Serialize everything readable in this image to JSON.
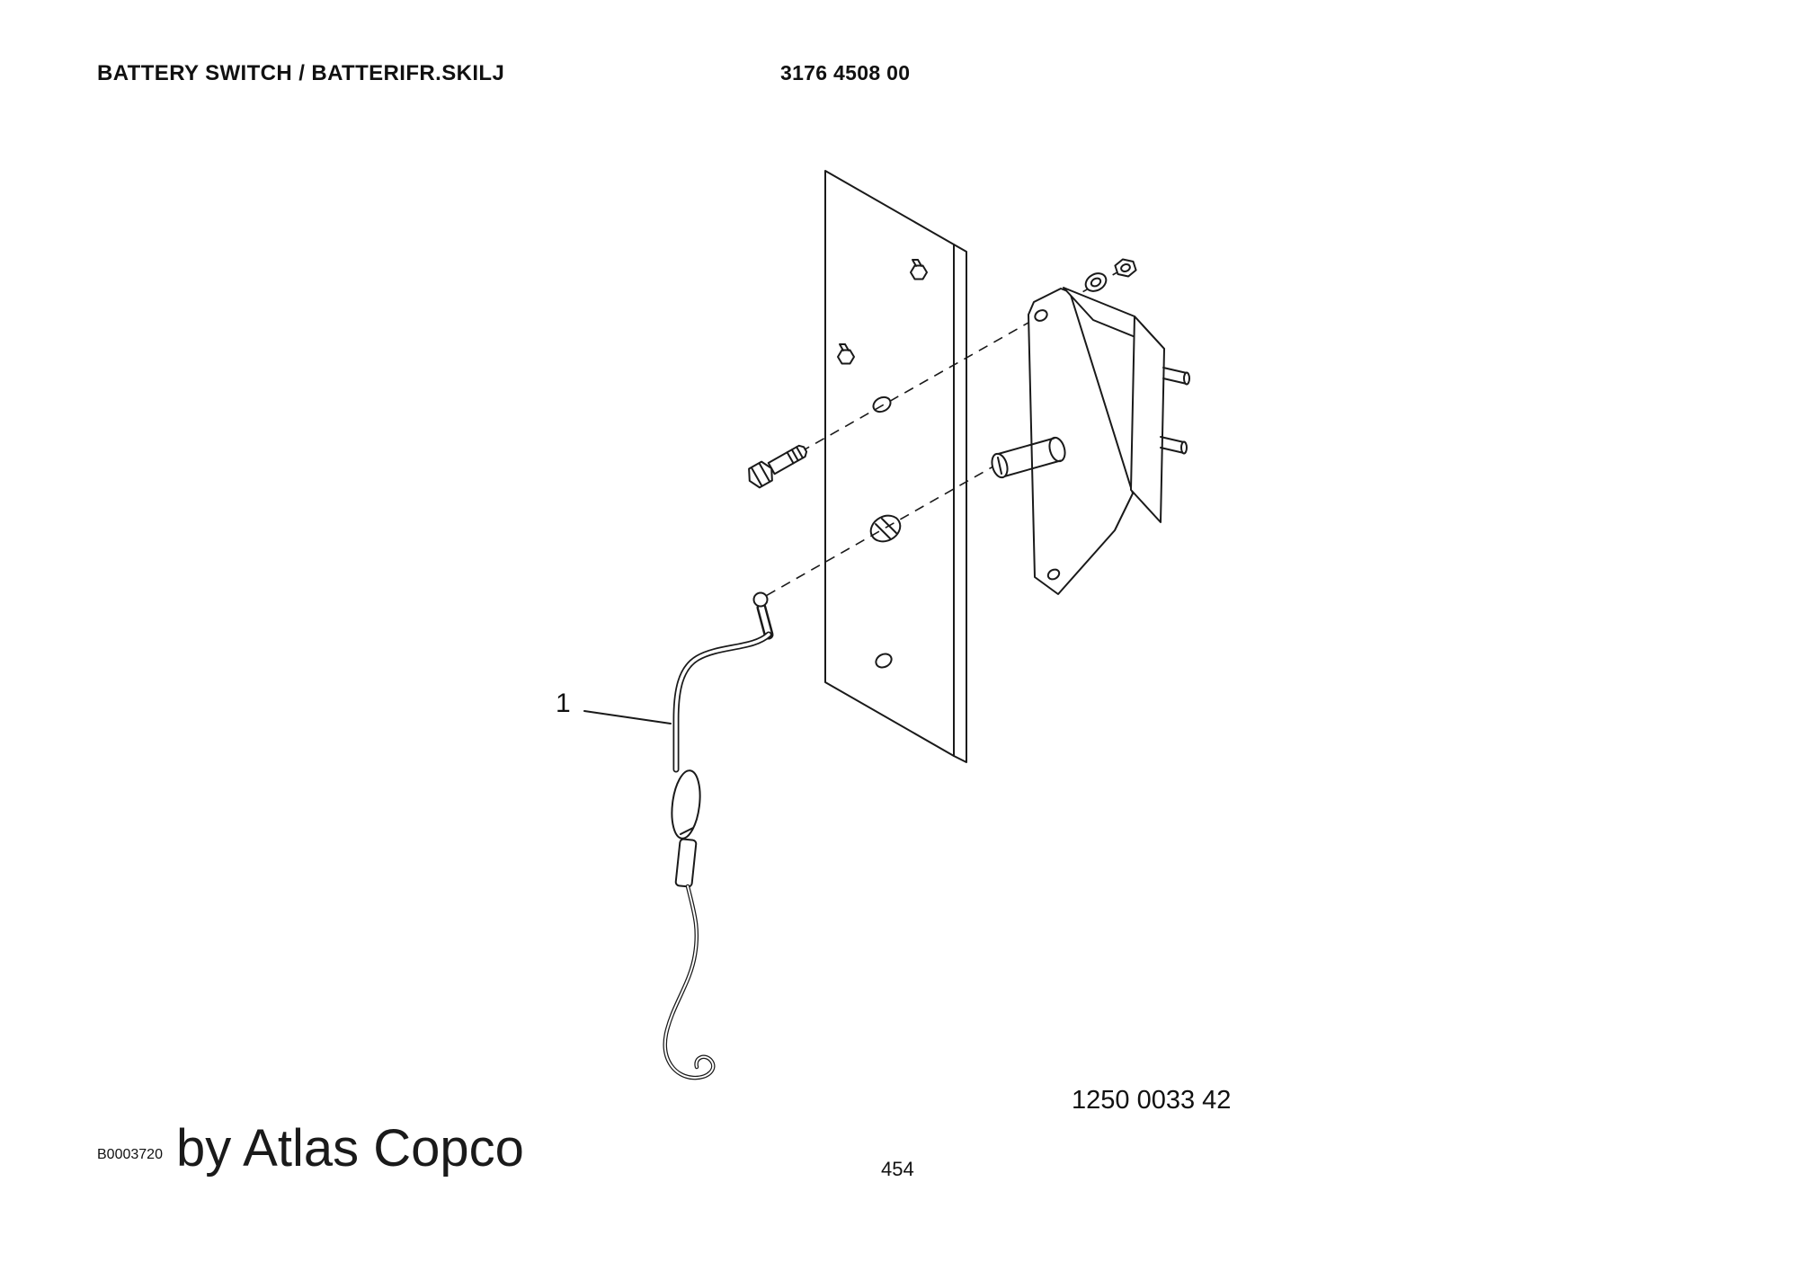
{
  "header": {
    "title": "BATTERY SWITCH / BATTERIFR.SKILJ",
    "part_number": "3176 4508 00"
  },
  "diagram": {
    "reference_number": "1250 0033 42",
    "callouts": [
      {
        "label": "1"
      }
    ]
  },
  "footer": {
    "figure_code": "B0003720",
    "brand_line": "by Atlas Copco",
    "page_number": "454"
  },
  "colors": {
    "line": "#1a1a1a",
    "background": "#ffffff"
  }
}
